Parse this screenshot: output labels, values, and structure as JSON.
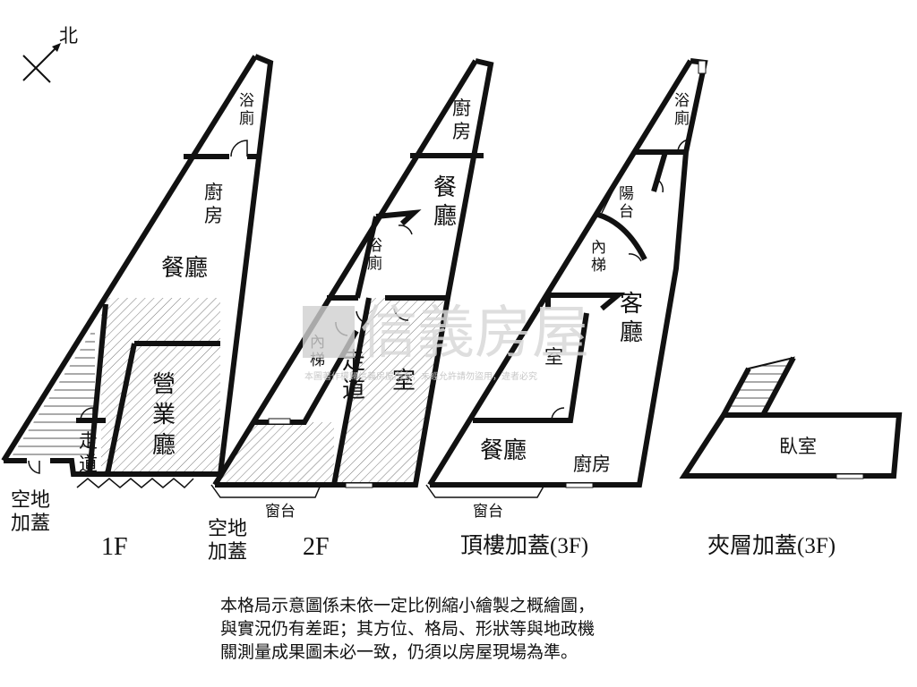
{
  "compass": {
    "north_label": "北"
  },
  "watermark": {
    "brand": "信義房屋",
    "notice": "本圖著作權歸信義房屋所有，未經允許請勿盜用，違者必究"
  },
  "floor1": {
    "label": "1F",
    "rooms": {
      "bath": "浴廁",
      "kitchen": "廚房",
      "dining": "餐廳",
      "business": "營業廳",
      "corridor": "走道"
    },
    "extension": "空地加蓋"
  },
  "floor2": {
    "label": "2F",
    "rooms": {
      "kitchen": "廚房",
      "dining": "餐廳",
      "bath": "浴廁",
      "stairs": "內梯",
      "corridor": "走道",
      "room": "室",
      "window_ledge": "窗台"
    },
    "extension": "空地加蓋"
  },
  "floor3": {
    "label": "頂樓加蓋(3F)",
    "rooms": {
      "bath": "浴廁",
      "balcony": "陽台",
      "stairs": "內梯",
      "living": "客廳",
      "room": "室",
      "dining": "餐廳",
      "kitchen": "廚房",
      "window_ledge": "窗台"
    }
  },
  "mezzanine": {
    "label": "夾層加蓋(3F)",
    "rooms": {
      "bedroom": "臥室"
    }
  },
  "disclaimer": [
    "本格局示意圖係未依一定比例縮小繪製之概繪圖，",
    "與實況仍有差距；其方位、格局、形狀等與地政機",
    "關測量成果圖未必一致，仍須以房屋現場為準。"
  ]
}
